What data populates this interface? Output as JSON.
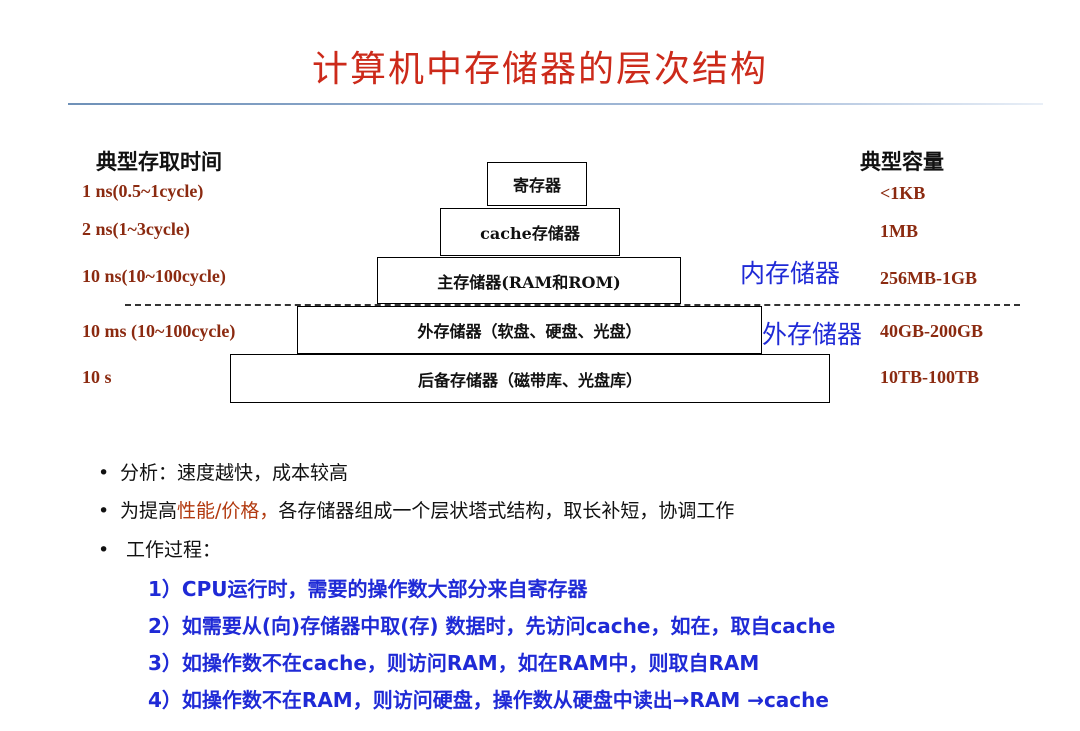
{
  "title": "计算机中存储器的层次结构",
  "columns": {
    "left_header": "典型存取时间",
    "right_header": "典型容量"
  },
  "levels": [
    {
      "name": "寄存器",
      "time": "1 ns(0.5~1cycle)",
      "capacity": "<1KB"
    },
    {
      "name": "cache存储器",
      "time": "2 ns(1~3cycle)",
      "capacity": "1MB"
    },
    {
      "name": "主存储器(RAM和ROM)",
      "time": "10 ns(10~100cycle)",
      "capacity": "256MB-1GB"
    },
    {
      "name": "外存储器（软盘、硬盘、光盘）",
      "time": "10 ms (10~100cycle)",
      "capacity": "40GB-200GB"
    },
    {
      "name": "后备存储器（磁带库、光盘库）",
      "time": "10 s",
      "capacity": "10TB-100TB"
    }
  ],
  "regions": {
    "internal": "内存储器",
    "external": "外存储器"
  },
  "bullets": {
    "b1": "分析：速度越快，成本较高",
    "b2_prefix": "为提高",
    "b2_highlight": "性能/价格，",
    "b2_suffix": "各存储器组成一个层状塔式结构，取长补短，协调工作",
    "b3": " 工作过程："
  },
  "steps": [
    "1）CPU运行时，需要的操作数大部分来自寄存器",
    "2）如需要从(向)存储器中取(存) 数据时，先访问cache，如在，取自cache",
    "3）如操作数不在cache，则访问RAM，如在RAM中，则取自RAM",
    "4）如操作数不在RAM，则访问硬盘，操作数从硬盘中读出→RAM →cache"
  ],
  "colors": {
    "title": "#cc2a1a",
    "value": "#8b2a10",
    "blue": "#1f2ad6",
    "highlight": "#b23a10"
  }
}
